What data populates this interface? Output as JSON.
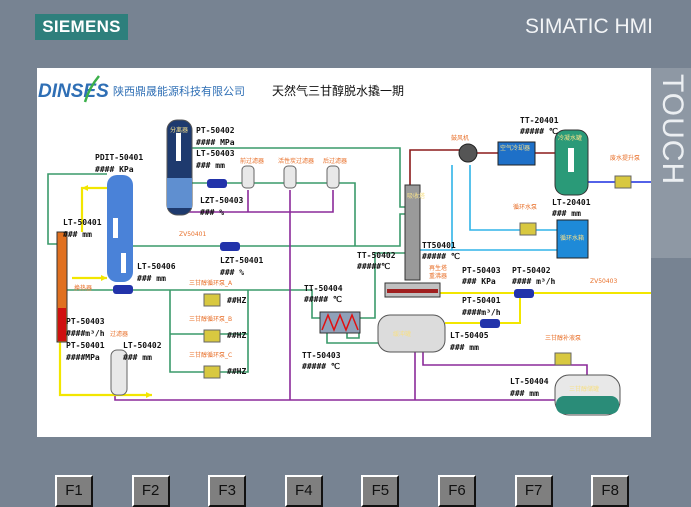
{
  "header": {
    "brand": "SIEMENS",
    "product": "SIMATIC HMI",
    "side_label": "TOUCH"
  },
  "screen": {
    "logo_text": "DINSES",
    "company": "陕西鼎晟能源科技有限公司",
    "title": "天然气三甘醇脱水撬一期",
    "tags": [
      "PT-50402",
      "#### MPa",
      "LT-50403",
      "### mm",
      "PDIT-50401",
      "#### KPa",
      "LZT-50403",
      "### %",
      "LT-50401",
      "### mm",
      "LZT-50401",
      "### %",
      "LT-50406",
      "### mm",
      "PT-50403",
      "####m³/h",
      "PT-50401",
      "####MPa",
      "LT-50402",
      "### mm",
      "##HZ",
      "##HZ",
      "##HZ",
      "TT-50404",
      "##### ℃",
      "TT-50403",
      "##### ℃",
      "TT-50402",
      "#####℃",
      "TT50401",
      "##### ℃",
      "PT-50403",
      "### KPa",
      "PT-50402",
      "#### m³/h",
      "PT-50401",
      "####m³/h",
      "LT-50405",
      "### mm",
      "LT-50404",
      "### mm",
      "TT-20401",
      "##### ℃",
      "LT-20401",
      "### mm"
    ],
    "equipment": [
      "前过滤器",
      "活性炭过滤器",
      "后过滤器",
      "ZV50401",
      "换热器",
      "过滤器",
      "三甘醇循环泵_A",
      "三甘醇循环泵_B",
      "三甘醇循环泵_C",
      "再生塔",
      "重沸器",
      "ZV50403",
      "三甘醇补液泵",
      "鼓风机",
      "废水提升泵",
      "循环水泵"
    ],
    "vessel_labels": [
      "分离器",
      "缓冲罐",
      "三甘醇储罐",
      "空气冷却器",
      "冷凝水罐",
      "循环水箱",
      "吸收塔"
    ]
  },
  "function_keys": [
    "F1",
    "F2",
    "F3",
    "F4",
    "F5",
    "F6",
    "F7",
    "F8"
  ],
  "colors": {
    "gas": "#3a9a6a",
    "glycol": "#8b2a9a",
    "yellow": "#f2e600",
    "exhaust": "#8b1a1a",
    "water": "#30b4e8",
    "waste": "#1a2ee0",
    "brand": "#2e7f7c"
  }
}
